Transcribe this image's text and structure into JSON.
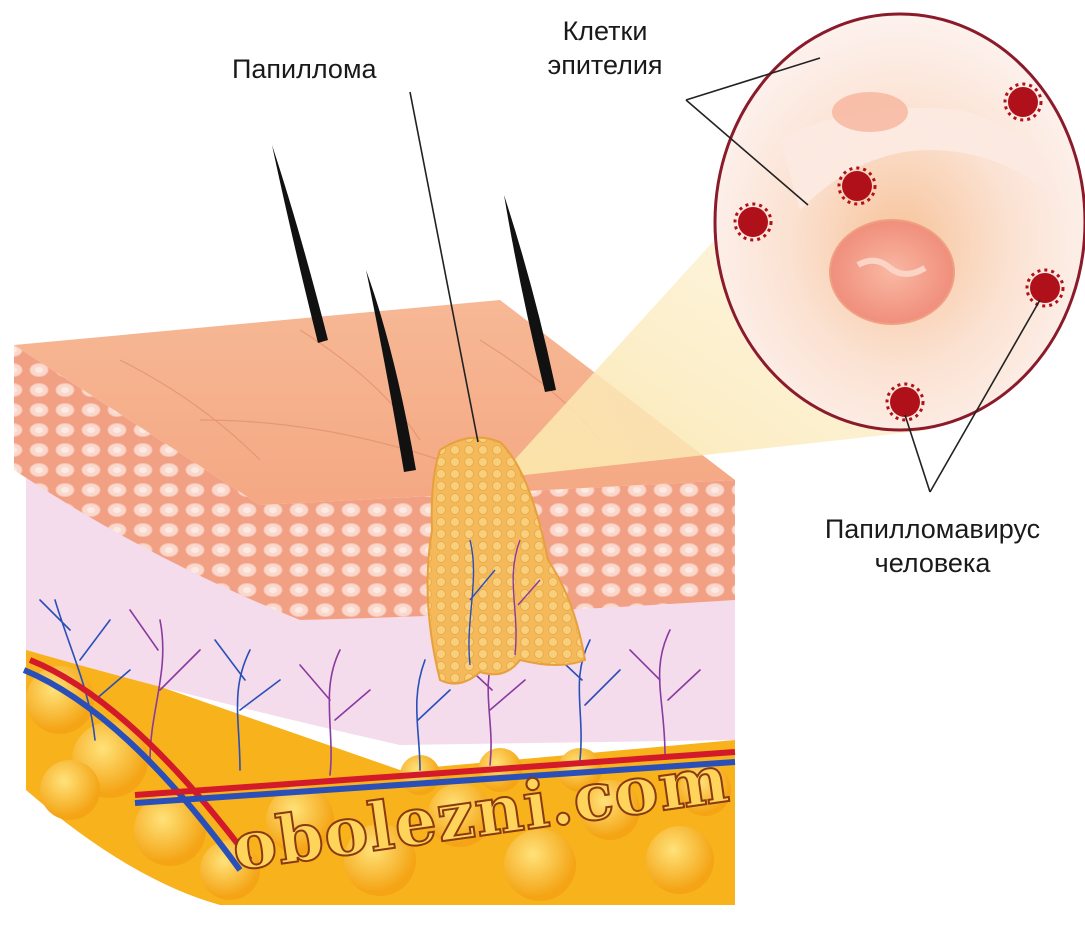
{
  "labels": {
    "papilloma": "Папиллома",
    "epithelial_cells_line1": "Клетки",
    "epithelial_cells_line2": "эпителия",
    "hpv_line1": "Папилломавирус",
    "hpv_line2": "человека"
  },
  "watermark": "obolezni.com",
  "colors": {
    "skin_surface": "#f6b68f",
    "epidermis": "#f3a68a",
    "dermis": "#f4dcec",
    "fat": "#f7b21c",
    "papilloma": "#f4c063",
    "virus": "#b0101a",
    "cell_border": "#8b1a2a",
    "artery": "#d31a2a",
    "vein": "#2a4fb8",
    "zoom_beam": "#fbe9b8"
  }
}
